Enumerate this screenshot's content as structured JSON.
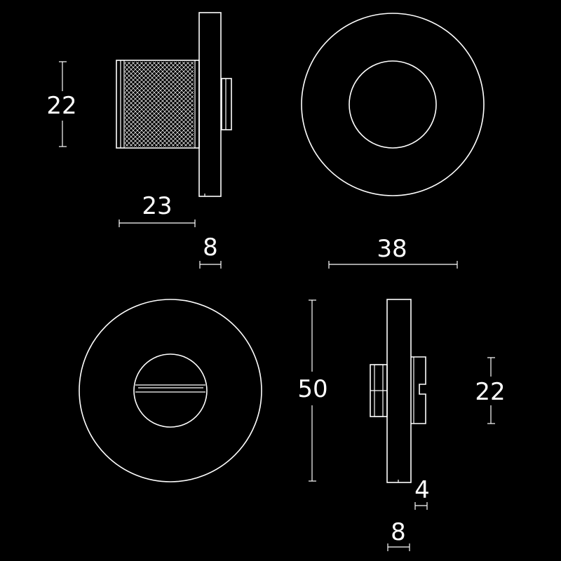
{
  "colors": {
    "background": "#000000",
    "line": "#ffffff"
  },
  "dimensions": {
    "knob_height": "22",
    "knob_length": "23",
    "rose_thickness_top": "8",
    "rose_diameter_small": "38",
    "rose_diameter_large": "50",
    "spindle_height": "22",
    "spindle_offset": "4",
    "rose_thickness_bottom": "8"
  }
}
